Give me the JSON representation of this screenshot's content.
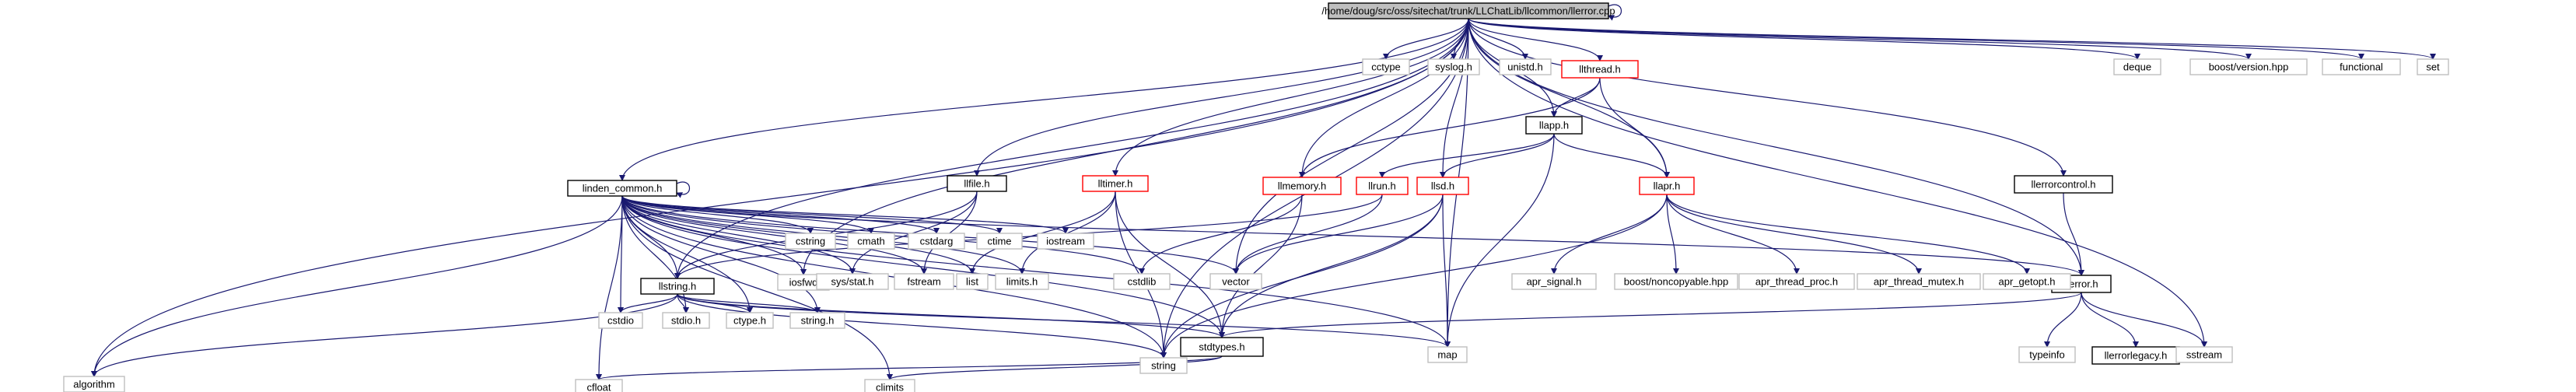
{
  "colors": {
    "edge": "#191970",
    "root_fill": "#bfbfbf",
    "root_border": "#000000",
    "normal_border": "#000000",
    "red_border": "#ff0000",
    "gray_border": "#bfbfbf"
  },
  "nodes": [
    {
      "id": "root",
      "label": "/home/doug/src/oss/sitechat/trunk/LLChatLib/llcommon/llerror.cpp",
      "style": "root"
    },
    {
      "id": "algorithm",
      "label": "algorithm",
      "style": "gray"
    },
    {
      "id": "linden_common",
      "label": "linden_common.h",
      "style": "normal"
    },
    {
      "id": "llstring",
      "label": "llstring.h",
      "style": "normal"
    },
    {
      "id": "llfile",
      "label": "llfile.h",
      "style": "normal"
    },
    {
      "id": "iosfwd",
      "label": "iosfwd",
      "style": "gray"
    },
    {
      "id": "lltimer",
      "label": "lltimer.h",
      "style": "red"
    },
    {
      "id": "string",
      "label": "string",
      "style": "gray"
    },
    {
      "id": "cctype",
      "label": "cctype",
      "style": "gray"
    },
    {
      "id": "syslog",
      "label": "syslog.h",
      "style": "gray"
    },
    {
      "id": "unistd",
      "label": "unistd.h",
      "style": "gray"
    },
    {
      "id": "llthread",
      "label": "llthread.h",
      "style": "red"
    },
    {
      "id": "llapp",
      "label": "llapp.h",
      "style": "normal"
    },
    {
      "id": "llmemory",
      "label": "llmemory.h",
      "style": "red"
    },
    {
      "id": "llrun",
      "label": "llrun.h",
      "style": "red"
    },
    {
      "id": "llsd",
      "label": "llsd.h",
      "style": "red"
    },
    {
      "id": "llapr",
      "label": "llapr.h",
      "style": "red"
    },
    {
      "id": "llerrorcontrol",
      "label": "llerrorcontrol.h",
      "style": "normal"
    },
    {
      "id": "llerror",
      "label": "llerror.h",
      "style": "normal"
    },
    {
      "id": "deque",
      "label": "deque",
      "style": "gray"
    },
    {
      "id": "boost_version",
      "label": "boost/version.hpp",
      "style": "gray"
    },
    {
      "id": "functional",
      "label": "functional",
      "style": "gray"
    },
    {
      "id": "set",
      "label": "set",
      "style": "gray"
    },
    {
      "id": "cstring",
      "label": "cstring",
      "style": "gray"
    },
    {
      "id": "cmath",
      "label": "cmath",
      "style": "gray"
    },
    {
      "id": "cstdarg",
      "label": "cstdarg",
      "style": "gray"
    },
    {
      "id": "ctime",
      "label": "ctime",
      "style": "gray"
    },
    {
      "id": "iostream",
      "label": "iostream",
      "style": "gray"
    },
    {
      "id": "sysstat",
      "label": "sys/stat.h",
      "style": "gray"
    },
    {
      "id": "fstream",
      "label": "fstream",
      "style": "gray"
    },
    {
      "id": "list",
      "label": "list",
      "style": "gray"
    },
    {
      "id": "limits",
      "label": "limits.h",
      "style": "gray"
    },
    {
      "id": "cstdlib",
      "label": "cstdlib",
      "style": "gray"
    },
    {
      "id": "vector",
      "label": "vector",
      "style": "gray"
    },
    {
      "id": "apr_signal",
      "label": "apr_signal.h",
      "style": "gray"
    },
    {
      "id": "boost_noncopyable",
      "label": "boost/noncopyable.hpp",
      "style": "gray"
    },
    {
      "id": "apr_thread_proc",
      "label": "apr_thread_proc.h",
      "style": "gray"
    },
    {
      "id": "apr_thread_mutex",
      "label": "apr_thread_mutex.h",
      "style": "gray"
    },
    {
      "id": "apr_getopt",
      "label": "apr_getopt.h",
      "style": "gray"
    },
    {
      "id": "cstdio",
      "label": "cstdio",
      "style": "gray"
    },
    {
      "id": "stdio",
      "label": "stdio.h",
      "style": "gray"
    },
    {
      "id": "ctype",
      "label": "ctype.h",
      "style": "gray"
    },
    {
      "id": "stringh",
      "label": "string.h",
      "style": "gray"
    },
    {
      "id": "stdtypes",
      "label": "stdtypes.h",
      "style": "normal"
    },
    {
      "id": "map",
      "label": "map",
      "style": "gray"
    },
    {
      "id": "typeinfo",
      "label": "typeinfo",
      "style": "gray"
    },
    {
      "id": "llerrorlegacy",
      "label": "llerrorlegacy.h",
      "style": "normal"
    },
    {
      "id": "sstream",
      "label": "sstream",
      "style": "gray"
    },
    {
      "id": "cfloat",
      "label": "cfloat",
      "style": "gray"
    },
    {
      "id": "climits",
      "label": "climits",
      "style": "gray"
    }
  ],
  "edges": [
    [
      "root",
      "root"
    ],
    [
      "root",
      "algorithm"
    ],
    [
      "root",
      "linden_common"
    ],
    [
      "root",
      "llstring"
    ],
    [
      "root",
      "llfile"
    ],
    [
      "root",
      "iosfwd"
    ],
    [
      "root",
      "lltimer"
    ],
    [
      "root",
      "string"
    ],
    [
      "root",
      "cctype"
    ],
    [
      "root",
      "syslog"
    ],
    [
      "root",
      "unistd"
    ],
    [
      "root",
      "llthread"
    ],
    [
      "root",
      "llapp"
    ],
    [
      "root",
      "llmemory"
    ],
    [
      "root",
      "llsd"
    ],
    [
      "root",
      "vector"
    ],
    [
      "root",
      "llapr"
    ],
    [
      "root",
      "llerrorcontrol"
    ],
    [
      "root",
      "llerror"
    ],
    [
      "root",
      "map"
    ],
    [
      "root",
      "deque"
    ],
    [
      "root",
      "boost_version"
    ],
    [
      "root",
      "functional"
    ],
    [
      "root",
      "set"
    ],
    [
      "root",
      "sstream"
    ],
    [
      "linden_common",
      "linden_common"
    ],
    [
      "linden_common",
      "llstring"
    ],
    [
      "linden_common",
      "cstring"
    ],
    [
      "linden_common",
      "cmath"
    ],
    [
      "linden_common",
      "cstdarg"
    ],
    [
      "linden_common",
      "ctime"
    ],
    [
      "linden_common",
      "iostream"
    ],
    [
      "linden_common",
      "iosfwd"
    ],
    [
      "linden_common",
      "sysstat"
    ],
    [
      "linden_common",
      "fstream"
    ],
    [
      "linden_common",
      "list"
    ],
    [
      "linden_common",
      "limits"
    ],
    [
      "linden_common",
      "cstdlib"
    ],
    [
      "linden_common",
      "vector"
    ],
    [
      "linden_common",
      "llerror"
    ],
    [
      "linden_common",
      "algorithm"
    ],
    [
      "linden_common",
      "cfloat"
    ],
    [
      "linden_common",
      "climits"
    ],
    [
      "linden_common",
      "cstdio"
    ],
    [
      "linden_common",
      "stdio"
    ],
    [
      "linden_common",
      "ctype"
    ],
    [
      "linden_common",
      "stringh"
    ],
    [
      "linden_common",
      "string"
    ],
    [
      "linden_common",
      "stdtypes"
    ],
    [
      "linden_common",
      "map"
    ],
    [
      "llfile",
      "llstring"
    ],
    [
      "llfile",
      "sysstat"
    ],
    [
      "llfile",
      "fstream"
    ],
    [
      "lltimer",
      "list"
    ],
    [
      "lltimer",
      "limits"
    ],
    [
      "lltimer",
      "string"
    ],
    [
      "lltimer",
      "stdtypes"
    ],
    [
      "llthread",
      "llapp"
    ],
    [
      "llthread",
      "llapr"
    ],
    [
      "llthread",
      "llmemory"
    ],
    [
      "llapp",
      "llrun"
    ],
    [
      "llapp",
      "llsd"
    ],
    [
      "llapp",
      "llapr"
    ],
    [
      "llapp",
      "map"
    ],
    [
      "llmemory",
      "cstdlib"
    ],
    [
      "llmemory",
      "stdtypes"
    ],
    [
      "llrun",
      "vector"
    ],
    [
      "llrun",
      "llstring"
    ],
    [
      "llsd",
      "vector"
    ],
    [
      "llsd",
      "map"
    ],
    [
      "llsd",
      "string"
    ],
    [
      "llsd",
      "stdtypes"
    ],
    [
      "llapr",
      "apr_signal"
    ],
    [
      "llapr",
      "boost_noncopyable"
    ],
    [
      "llapr",
      "apr_thread_proc"
    ],
    [
      "llapr",
      "apr_thread_mutex"
    ],
    [
      "llapr",
      "apr_getopt"
    ],
    [
      "llapr",
      "string"
    ],
    [
      "llerrorcontrol",
      "llerror"
    ],
    [
      "llerror",
      "sstream"
    ],
    [
      "llerror",
      "typeinfo"
    ],
    [
      "llerror",
      "llerrorlegacy"
    ],
    [
      "llerror",
      "stdtypes"
    ],
    [
      "llstring",
      "algorithm"
    ],
    [
      "llstring",
      "cstdio"
    ],
    [
      "llstring",
      "stdio"
    ],
    [
      "llstring",
      "ctype"
    ],
    [
      "llstring",
      "stringh"
    ],
    [
      "llstring",
      "string"
    ],
    [
      "llstring",
      "map"
    ],
    [
      "llstring",
      "stdtypes"
    ],
    [
      "stdtypes",
      "cfloat"
    ],
    [
      "stdtypes",
      "climits"
    ]
  ]
}
